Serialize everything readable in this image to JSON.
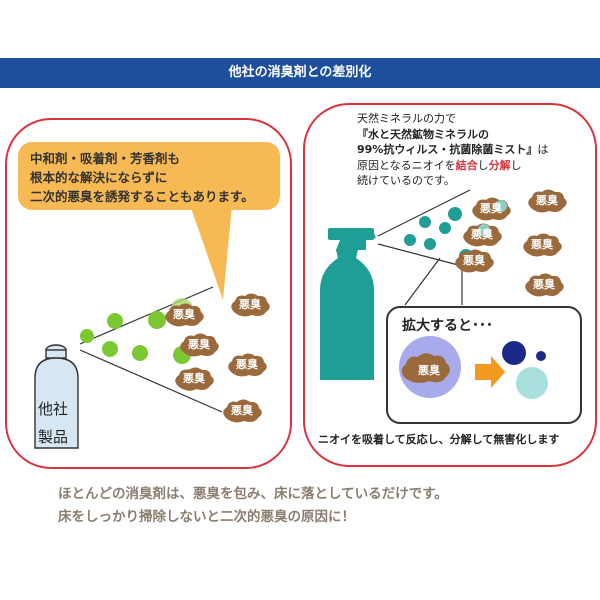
{
  "title": "他社の消臭剤との差別化",
  "left": {
    "callout_lines": [
      "中和剤・吸着剤・芳香剤も",
      "根本的な解決にならずに",
      "二次的悪臭を誘発することもあります。"
    ],
    "can_label_1": "他社",
    "can_label_2": "製品",
    "odor_label": "悪臭"
  },
  "right": {
    "intro_1": "天然ミネラルの力で",
    "intro_2": "『水と天然鉱物ミネラルの",
    "intro_3": "99%抗ウィルス・抗菌除菌ミスト』",
    "intro_3b": "は",
    "intro_4a": "原因となるニオイを",
    "intro_4b": "結合",
    "intro_4c": "し",
    "intro_4d": "分解",
    "intro_4e": "し",
    "intro_5": "続けているのです。",
    "zoom_title": "拡大すると･･･",
    "odor_label": "悪臭",
    "caption": "ニオイを吸着して反応し、分解して無害化します"
  },
  "bottom": {
    "line_1": "ほとんどの消臭剤は、悪臭を包み、床に落としているだけです。",
    "line_2": "床をしっかり掃除しないと二次的悪臭の原因に！"
  },
  "colors": {
    "banner": "#1d4f9c",
    "panel_border": "#d9343d",
    "callout": "#f7b954",
    "odor": "#9a6a3c",
    "green_droplet": "#7cc832",
    "teal_droplet": "#1f9e95",
    "bottle": "#1f9e95",
    "arrow": "#f39a1e",
    "navy_particle": "#1b2a8a"
  }
}
